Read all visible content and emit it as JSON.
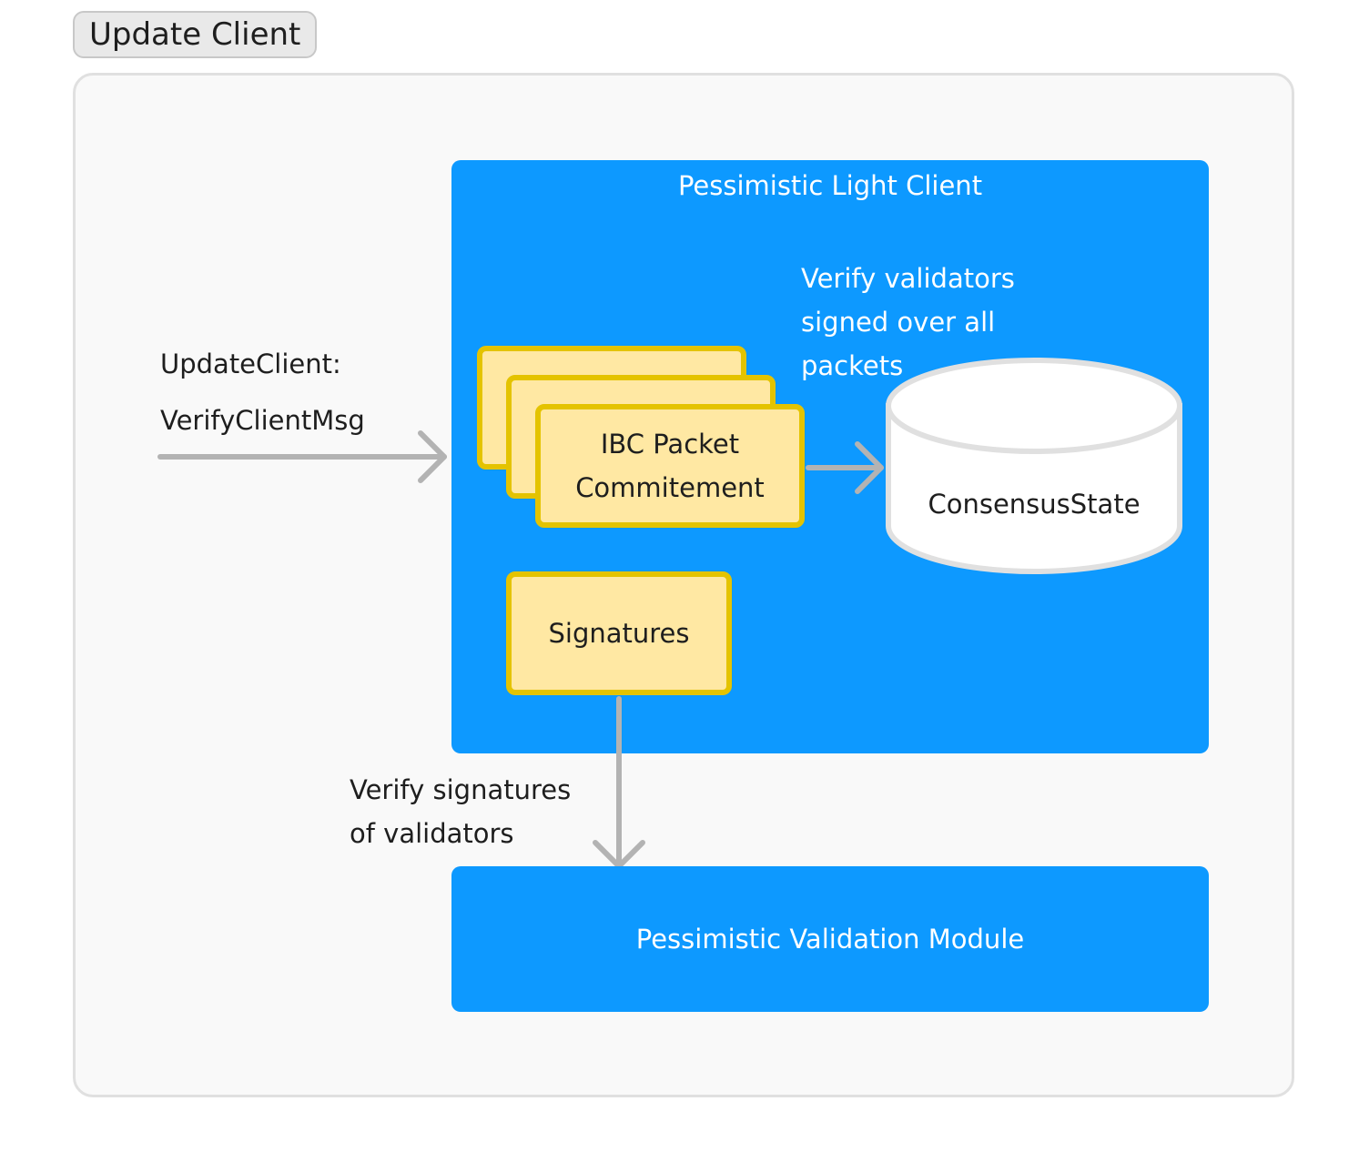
{
  "frame": {
    "title": "Update Client"
  },
  "light_client": {
    "title": "Pessimistic Light Client"
  },
  "packet_stack": {
    "label_line1": "IBC Packet",
    "label_line2": "Commitement"
  },
  "signatures": {
    "label": "Signatures"
  },
  "consensus_state": {
    "label": "ConsensusState"
  },
  "verify_validators_note": {
    "line1": "Verify validators",
    "line2": "signed over all",
    "line3": "packets"
  },
  "update_client_note": {
    "line1": "UpdateClient:",
    "line2": "VerifyClientMsg"
  },
  "verify_signatures_note": {
    "line1": "Verify signatures",
    "line2": "of validators"
  },
  "validation_module": {
    "title": "Pessimistic Validation Module"
  },
  "colors": {
    "container_blue": "#0d99ff",
    "sticky_fill": "#ffe8a3",
    "sticky_border": "#e4c300",
    "arrow_gray": "#b3b3b3",
    "frame_bg": "#f9f9f9"
  }
}
